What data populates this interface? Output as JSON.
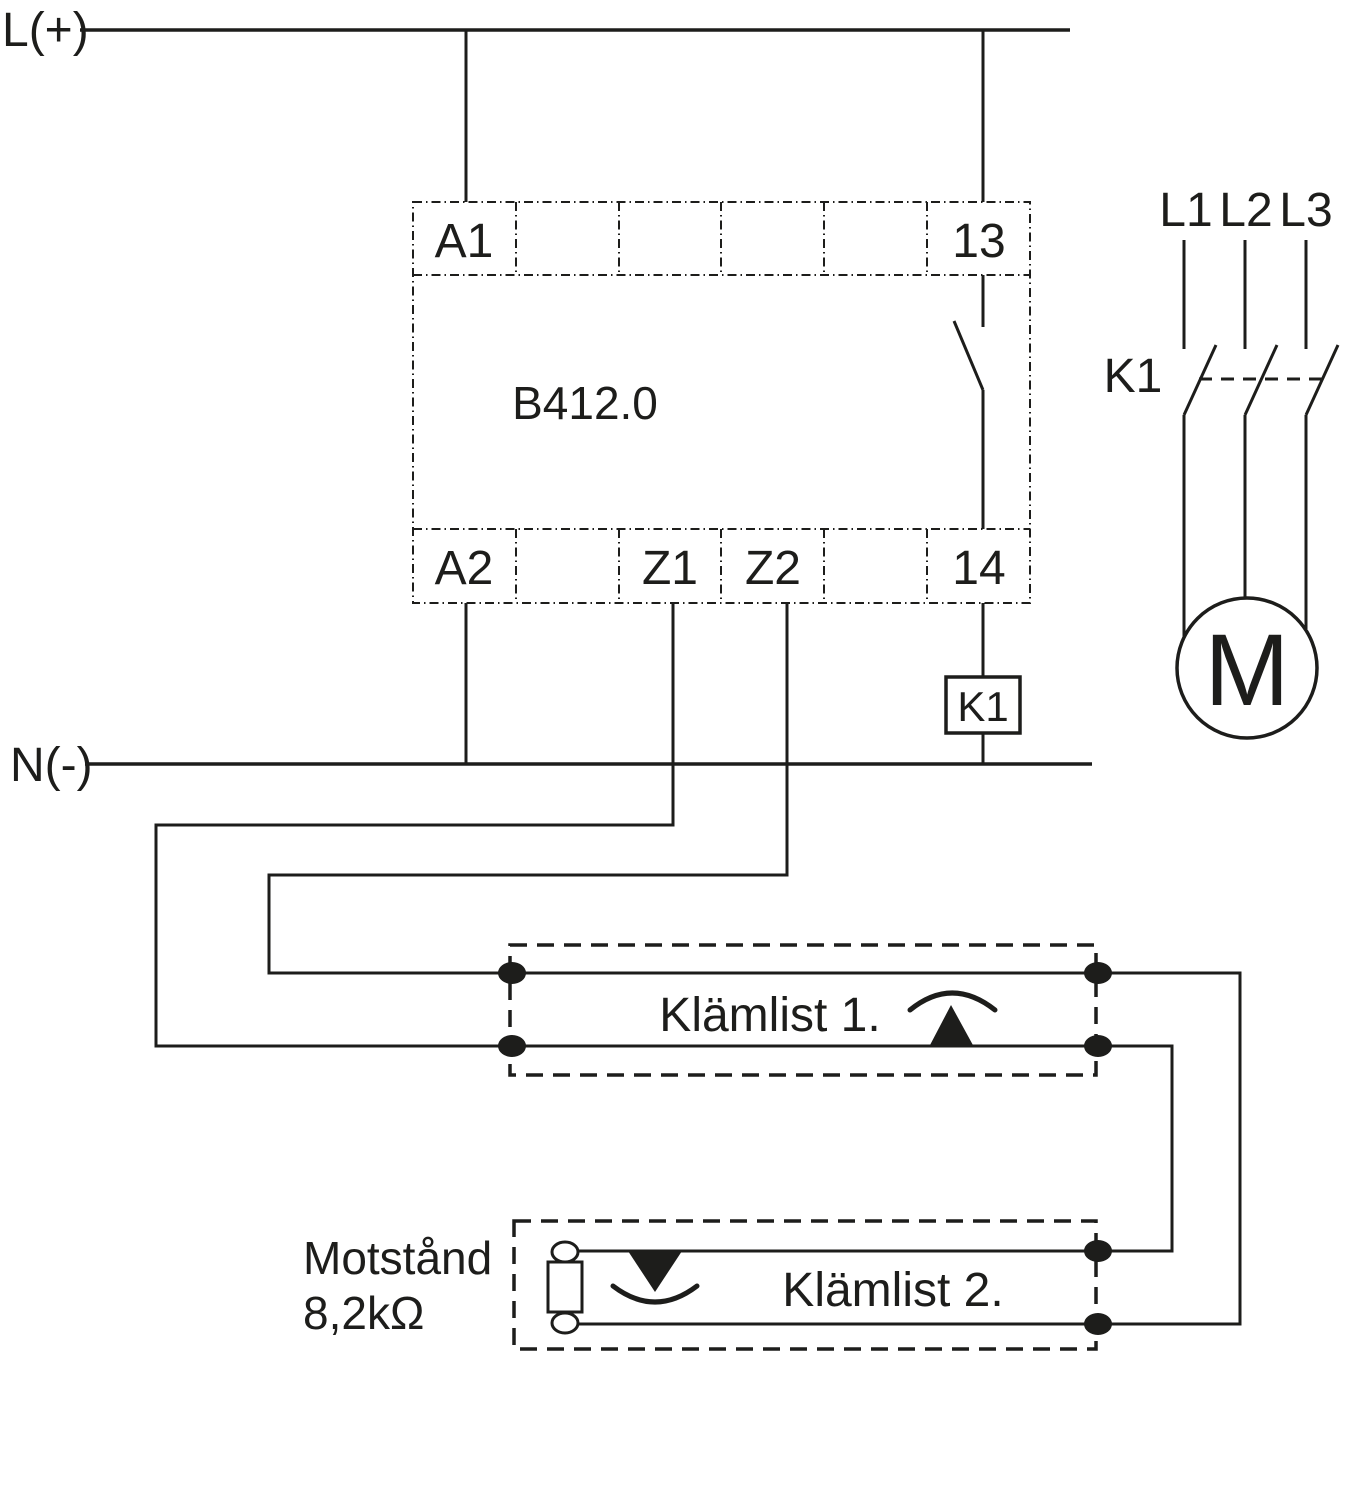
{
  "colors": {
    "ink": "#1d1d1b",
    "background": "#ffffff"
  },
  "rails": {
    "positive": "L(+)",
    "negative": "N(-)"
  },
  "relay": {
    "model": "B412.0",
    "terminals": {
      "a1": "A1",
      "t13": "13",
      "a2": "A2",
      "z1": "Z1",
      "z2": "Z2",
      "t14": "14"
    }
  },
  "contactor": {
    "switch_label": "K1",
    "coil_label": "K1",
    "phases": [
      "L1",
      "L2",
      "L3"
    ]
  },
  "motor": {
    "label": "M"
  },
  "strips": {
    "strip1": {
      "label": "Klämlist 1."
    },
    "strip2": {
      "label": "Klämlist 2."
    }
  },
  "resistor": {
    "name": "Motstånd",
    "value": "8,2kΩ"
  },
  "symbols": {
    "strip1_symbol": "shutter-up-icon",
    "strip2_symbol": "shutter-down-icon",
    "relay_contact": "normally-open-contact",
    "contactor_contacts": "three-pole-contact",
    "coil": "contactor-coil",
    "motor": "motor-circle"
  }
}
